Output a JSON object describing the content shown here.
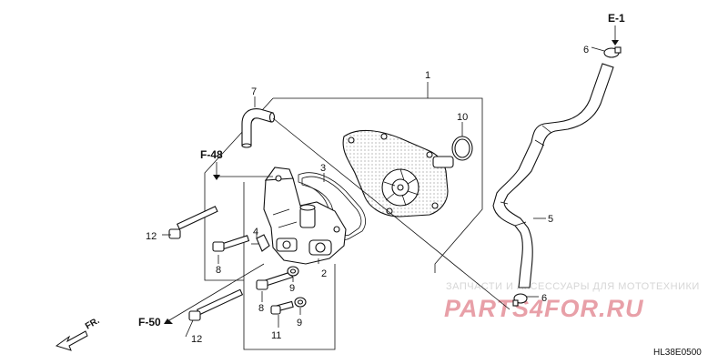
{
  "references": {
    "e1": "E-1",
    "f48": "F-48",
    "f50": "F-50"
  },
  "callouts": {
    "c1": "1",
    "c2": "2",
    "c3": "3",
    "c4": "4",
    "c5": "5",
    "c6a": "6",
    "c6b": "6",
    "c7": "7",
    "c8a": "8",
    "c8b": "8",
    "c9a": "9",
    "c9b": "9",
    "c10": "10",
    "c11": "11",
    "c12a": "12",
    "c12b": "12"
  },
  "direction": {
    "label": "FR."
  },
  "diagram_code": "HL38E0500",
  "watermark": {
    "top": "ЗАПЧАСТИ И АКСЕССУАРЫ ДЛЯ МОТОТЕХНИКИ",
    "brand": "PARTS4FOR.RU",
    "color": "#e8a0a8"
  }
}
